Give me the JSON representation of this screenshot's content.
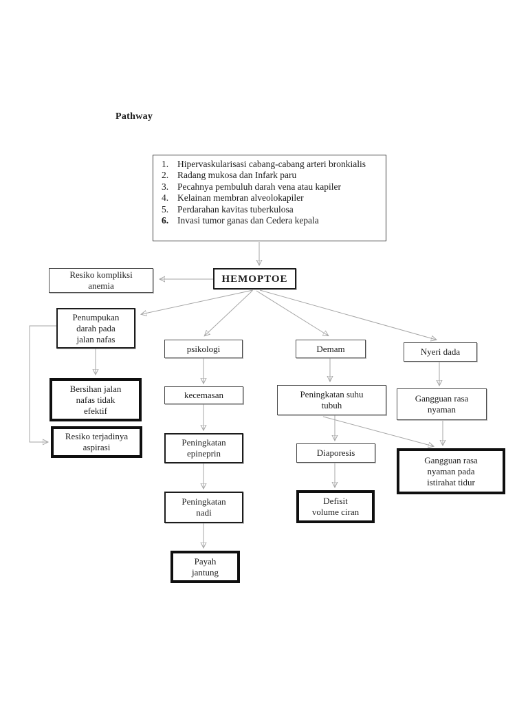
{
  "page": {
    "title": "Pathway"
  },
  "causes": {
    "items": [
      "Hipervaskularisasi cabang-cabang arteri bronkialis",
      "Radang mukosa dan Infark paru",
      "Pecahnya pembuluh darah vena atau kapiler",
      "Kelainan membran alveolokapiler",
      "Perdarahan kavitas tuberkulosa",
      "Invasi tumor ganas dan Cedera kepala"
    ]
  },
  "nodes": {
    "hemoptoe": "HEMOPTOE",
    "resiko_anemia": "Resiko kompliksi\nanemia",
    "penumpukan": "Penumpukan\ndarah pada\njalan nafas",
    "psikologi": "psikologi",
    "demam": "Demam",
    "nyeri_dada": "Nyeri dada",
    "bersihan": "Bersihan jalan\nnafas tidak\nefektif",
    "resiko_aspirasi": "Resiko terjadinya\naspirasi",
    "kecemasan": "kecemasan",
    "suhu_tubuh": "Peningkatan suhu\ntubuh",
    "gangguan_nyaman": "Gangguan rasa\nnyaman",
    "epineprin": "Peningkatan\nepineprin",
    "diaporesis": "Diaporesis",
    "gangguan_tidur": "Gangguan rasa\nnyaman pada\nistirahat tidur",
    "nadi": "Peningkatan\nnadi",
    "defisit": "Defisit\nvolume ciran",
    "payah_jantung": "Payah\njantung"
  },
  "colors": {
    "line": "#a6a6a6",
    "arrowhead": "#111111",
    "border_thin": "#4a4a4a",
    "border_thick": "#0f0f0f",
    "text": "#1a1a1a",
    "background": "#ffffff"
  }
}
